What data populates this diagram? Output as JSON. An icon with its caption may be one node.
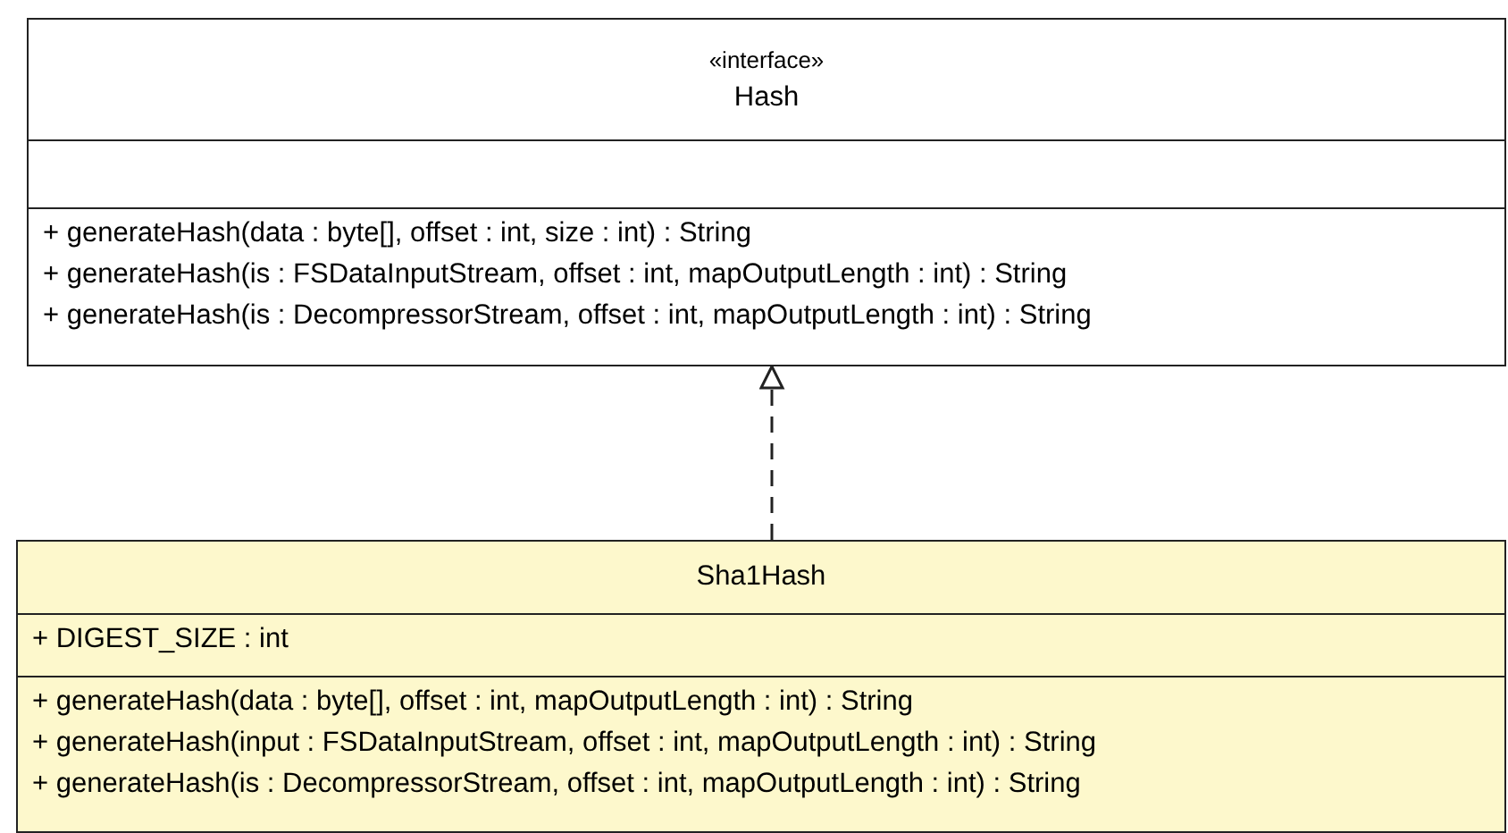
{
  "diagram": {
    "nodes": [
      {
        "text": [
          "«interface»",
          "Hash",
          "+ generateHash(data : byte[], offset : int, size : int) : String",
          "+ generateHash(is : FSDataInputStream, offset : int, mapOutputLength : int) : String",
          "+ generateHash(is : DecompressorStream, offset : int, mapOutputLength : int) : String"
        ]
      },
      {
        "text": [
          "Sha1Hash",
          "+ DIGEST_SIZE : int",
          "+ generateHash(data : byte[], offset : int, mapOutputLength : int) : String",
          "+ generateHash(input : FSDataInputStream, offset : int, mapOutputLength : int) : String",
          "+ generateHash(is : DecompressorStream, offset : int, mapOutputLength : int) : String"
        ]
      }
    ],
    "edges": [
      {
        "from": 1,
        "to": 0,
        "arrow": "to",
        "style": "dashed"
      }
    ]
  }
}
